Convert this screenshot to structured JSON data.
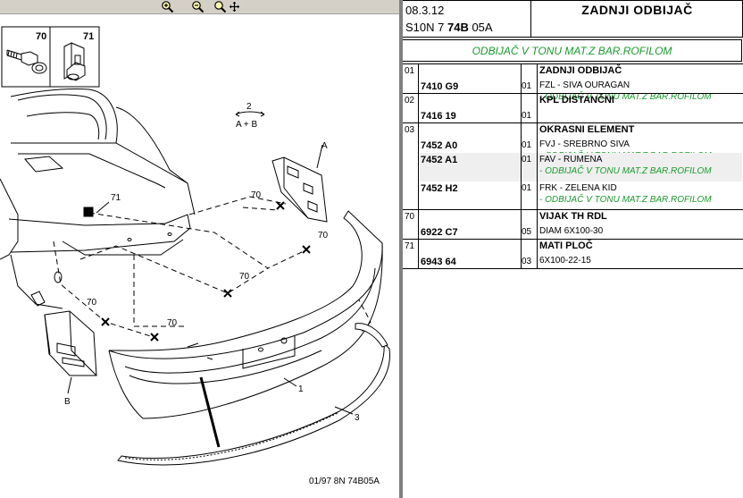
{
  "toolbar": {
    "buttons": [
      {
        "name": "zoom-in-icon"
      },
      {
        "name": "zoom-out-icon"
      },
      {
        "name": "zoom-move-icon"
      }
    ]
  },
  "diagram": {
    "labels": {
      "c70": "70",
      "c71": "71",
      "n2": "2",
      "ab": "A + B",
      "a": "A",
      "b": "B",
      "n71": "71",
      "n70a": "70",
      "n70b": "70",
      "n70c": "70",
      "n70d": "70",
      "n70e": "70",
      "n1": "1",
      "n3": "3"
    },
    "footer_code": "01/97 8N 74B05A"
  },
  "header": {
    "date": "08.3.12",
    "code_prefix": "S10N 7 ",
    "code_bold": "74B",
    "code_suffix": " 05A",
    "title": "ZADNJI ODBIJAČ"
  },
  "banner": "ODBIJAČ V TONU MAT.Z BAR.ROFILOM",
  "groups": [
    {
      "pos": "01",
      "name": "ZADNJI ODBIJAČ",
      "rows": [
        {
          "ref": "7410 G9",
          "qty": "01",
          "desc": "FZL - SIVA OURAGAN",
          "note": "- ODBIJAČ V TONU MAT.Z BAR.ROFILOM",
          "hl": false
        }
      ]
    },
    {
      "pos": "02",
      "name": "KPL DISTANČNI",
      "rows": [
        {
          "ref": "7416 19",
          "qty": "01",
          "desc": "",
          "note": "",
          "hl": false
        }
      ]
    },
    {
      "pos": "03",
      "name": "OKRASNI ELEMENT",
      "rows": [
        {
          "ref": "7452 A0",
          "qty": "01",
          "desc": "FVJ - SREBRNO SIVA",
          "note": "- ODBIJAČ V TONU MAT.Z BAR.ROFILOM",
          "hl": false
        },
        {
          "ref": "7452 A1",
          "qty": "01",
          "desc": "FAV - RUMENA",
          "note": "- ODBIJAČ V TONU MAT.Z BAR.ROFILOM",
          "hl": true
        },
        {
          "ref": "7452 H2",
          "qty": "01",
          "desc": "FRK - ZELENA KID",
          "note": "- ODBIJAČ V TONU MAT.Z BAR.ROFILOM",
          "hl": false
        }
      ]
    },
    {
      "pos": "70",
      "name": "VIJAK TH RDL",
      "rows": [
        {
          "ref": "6922 C7",
          "qty": "05",
          "desc": "DIAM 6X100-30",
          "note": "",
          "hl": false
        }
      ]
    },
    {
      "pos": "71",
      "name": "MATI PLOČ",
      "rows": [
        {
          "ref": "6943 64",
          "qty": "03",
          "desc": "6X100-22-15",
          "note": "",
          "hl": false
        }
      ]
    }
  ],
  "colors": {
    "accent_green": "#1a9b2e",
    "toolbar_bg": "#d4d0c8",
    "row_highlight": "#efefef"
  }
}
